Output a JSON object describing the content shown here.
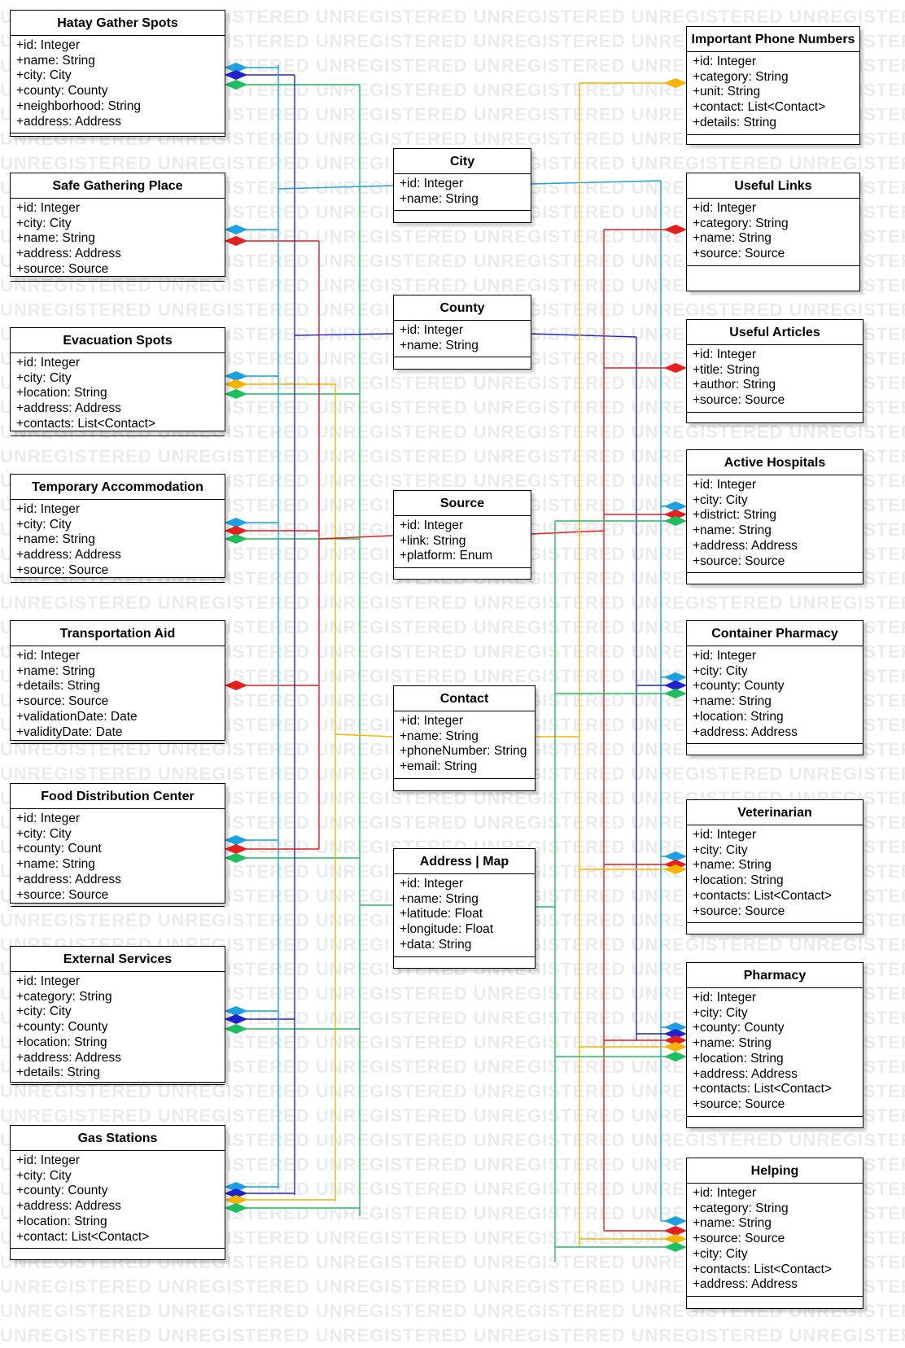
{
  "watermark": "UNREGISTERED",
  "classes": [
    {
      "id": "hatay",
      "name": "Hatay Gather Spots",
      "attributes": [
        "+id: Integer",
        "+name: String",
        "+city: City",
        "+county: County",
        "+neighborhood: String",
        "+address: Address"
      ]
    },
    {
      "id": "safe",
      "name": "Safe Gathering Place",
      "attributes": [
        "+id: Integer",
        "+city: City",
        "+name: String",
        "+address: Address",
        "+source: Source"
      ]
    },
    {
      "id": "evac",
      "name": "Evacuation Spots",
      "attributes": [
        "+id: Integer",
        "+city: City",
        "+location: String",
        "+address: Address",
        "+contacts: List<Contact>"
      ]
    },
    {
      "id": "temp",
      "name": "Temporary Accommodation",
      "attributes": [
        "+id: Integer",
        "+city: City",
        "+name: String",
        "+address: Address",
        "+source: Source"
      ]
    },
    {
      "id": "transport",
      "name": "Transportation Aid",
      "attributes": [
        "+id: Integer",
        "+name: String",
        "+details: String",
        "+source: Source",
        "+validationDate: Date",
        "+validityDate: Date"
      ]
    },
    {
      "id": "food",
      "name": "Food Distribution Center",
      "attributes": [
        "+id: Integer",
        "+city: City",
        "+county: Count",
        "+name: String",
        "+address: Address",
        "+source: Source"
      ]
    },
    {
      "id": "external",
      "name": "External Services",
      "attributes": [
        "+id: Integer",
        "+category: String",
        "+city: City",
        "+county: County",
        "+location: String",
        "+address: Address",
        "+details: String"
      ]
    },
    {
      "id": "gas",
      "name": "Gas Stations",
      "attributes": [
        "+id: Integer",
        "+city: City",
        "+county: County",
        "+address: Address",
        "+location: String",
        "+contact: List<Contact>"
      ]
    },
    {
      "id": "city",
      "name": "City",
      "attributes": [
        "+id: Integer",
        "+name: String"
      ]
    },
    {
      "id": "county",
      "name": "County",
      "attributes": [
        "+id: Integer",
        "+name: String"
      ]
    },
    {
      "id": "source",
      "name": "Source",
      "attributes": [
        "+id: Integer",
        "+link: String",
        "+platform: Enum"
      ]
    },
    {
      "id": "contact",
      "name": "Contact",
      "attributes": [
        "+id: Integer",
        "+name: String",
        "+phoneNumber: String",
        "+email: String"
      ]
    },
    {
      "id": "address",
      "name": "Address | Map",
      "attributes": [
        "+id: Integer",
        "+name: String",
        "+latitude: Float",
        "+longitude: Float",
        "+data: String"
      ]
    },
    {
      "id": "phones",
      "name": "Important Phone Numbers",
      "attributes": [
        "+id: Integer",
        "+category: String",
        "+unit: String",
        "+contact: List<Contact>",
        "+details: String"
      ]
    },
    {
      "id": "links",
      "name": "Useful Links",
      "attributes": [
        "+id: Integer",
        "+category: String",
        "+name: String",
        "+source: Source"
      ]
    },
    {
      "id": "articles",
      "name": "Useful Articles",
      "attributes": [
        "+id: Integer",
        "+title: String",
        "+author: String",
        "+source: Source"
      ]
    },
    {
      "id": "hospitals",
      "name": "Active Hospitals",
      "attributes": [
        "+id: Integer",
        "+city: City",
        "+district: String",
        "+name: String",
        "+address: Address",
        "+source: Source"
      ]
    },
    {
      "id": "container",
      "name": "Container Pharmacy",
      "attributes": [
        "+id: Integer",
        "+city: City",
        "+county: County",
        "+name: String",
        "+location: String",
        "+address: Address"
      ]
    },
    {
      "id": "vet",
      "name": "Veterinarian",
      "attributes": [
        "+id: Integer",
        "+city: City",
        "+name: String",
        "+location: String",
        "+contacts: List<Contact>",
        "+source: Source"
      ]
    },
    {
      "id": "pharmacy",
      "name": "Pharmacy",
      "attributes": [
        "+id: Integer",
        "+city: City",
        "+county: County",
        "+name: String",
        "+location: String",
        "+address: Address",
        "+contacts: List<Contact>",
        "+source: Source"
      ]
    },
    {
      "id": "helping",
      "name": "Helping",
      "attributes": [
        "+id: Integer",
        "+category: String",
        "+name: String",
        "+source: Source",
        "+city: City",
        "+contacts: List<Contact>",
        "+address: Address"
      ]
    }
  ],
  "colors": {
    "city": "#1ba1e2",
    "county": "#2222cc",
    "source": "#e51f1f",
    "contact": "#f4b400",
    "address": "#1fbf5f",
    "border": "#000000",
    "watermark": "#ebebeb"
  }
}
